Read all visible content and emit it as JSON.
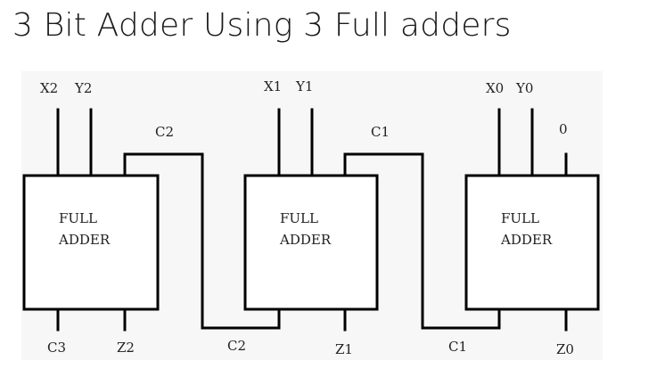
{
  "title": "3 Bit Adder Using 3 Full adders",
  "adders": [
    {
      "box_line1": "FULL",
      "box_line2": "ADDER",
      "input_x": "X2",
      "input_y": "Y2",
      "carry_in_label": "C2",
      "carry_out_label": "C3",
      "sum_label": "Z2"
    },
    {
      "box_line1": "FULL",
      "box_line2": "ADDER",
      "input_x": "X1",
      "input_y": "Y1",
      "carry_in_label": "C1",
      "carry_out_label": "C2",
      "sum_label": "Z1"
    },
    {
      "box_line1": "FULL",
      "box_line2": "ADDER",
      "input_x": "X0",
      "input_y": "Y0",
      "carry_in_label": "0",
      "carry_out_label": "C1",
      "sum_label": "Z0"
    }
  ]
}
